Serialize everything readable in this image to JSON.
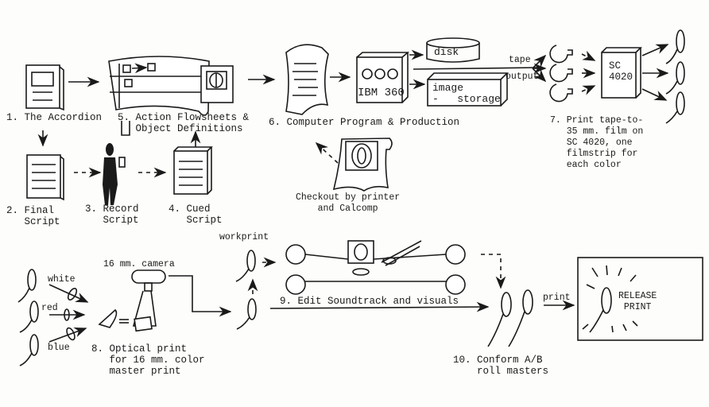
{
  "diagram": {
    "ink_color": "#1a1a1a",
    "paper_color": "#fdfdfb",
    "steps": [
      {
        "id": 1,
        "label": "1. The Accordion"
      },
      {
        "id": 2,
        "label": "2. Final\n   Script"
      },
      {
        "id": 3,
        "label": "3. Record\n   Script"
      },
      {
        "id": 4,
        "label": "4. Cued\n   Script"
      },
      {
        "id": 5,
        "label": "5. Action Flowsheets &\n   Object Definitions"
      },
      {
        "id": 6,
        "label": "6. Computer Program & Production"
      },
      {
        "id": 7,
        "label": "7. Print tape-to-\n   35 mm. film on\n   SC 4020, one\n   filmstrip for\n   each color"
      },
      {
        "id": 8,
        "label": "8. Optical print\n   for 16 mm. color\n   master print"
      },
      {
        "id": 9,
        "label": "9. Edit Soundtrack and visuals"
      },
      {
        "id": 10,
        "label": "10. Conform A/B\n    roll masters"
      }
    ],
    "annotations": {
      "ibm": "IBM 360",
      "disk": "disk",
      "image_storage": "image\n-   storage",
      "tape_output_1": "tape",
      "tape_output_2": "output",
      "sc4020": "SC\n4020",
      "checkout": "Checkout by printer\n    and Calcomp",
      "camera": "16 mm. camera",
      "white": "white",
      "red": "red",
      "blue": "blue",
      "workprint": "workprint",
      "print": "print",
      "release": "RELEASE\n PRINT"
    }
  }
}
